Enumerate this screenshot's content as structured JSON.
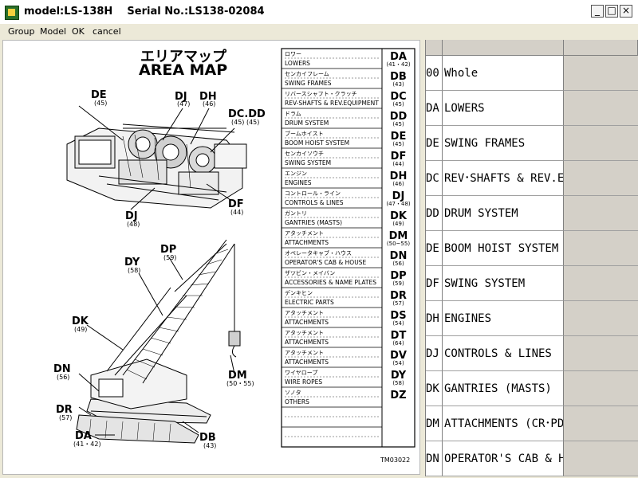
{
  "window": {
    "title": "model:LS-138H    Serial No.:LS138-02084",
    "min_glyph": "_",
    "max_glyph": "□",
    "close_glyph": "×"
  },
  "menu": [
    "Group",
    "Model",
    "OK",
    "cancel"
  ],
  "drawing": {
    "title_jp": "エリアマップ",
    "title_en": "AREA MAP",
    "code_note": "TM03022",
    "upper_labels": [
      {
        "code": "DE",
        "num": "(45)"
      },
      {
        "code": "DJ",
        "num": "(47)"
      },
      {
        "code": "DH",
        "num": "(46)"
      },
      {
        "code": "DC.DD",
        "num": "(45) (45)"
      },
      {
        "code": "DF",
        "num": "(44)"
      },
      {
        "code": "DJ",
        "num": "(48)"
      }
    ],
    "crane_labels": [
      {
        "code": "DP",
        "num": "(59)"
      },
      {
        "code": "DY",
        "num": "(58)"
      },
      {
        "code": "DK",
        "num": "(49)"
      },
      {
        "code": "DN",
        "num": "(56)"
      },
      {
        "code": "DR",
        "num": "(57)"
      },
      {
        "code": "DA",
        "num": "(41・42)"
      },
      {
        "code": "DB",
        "num": "(43)"
      },
      {
        "code": "DM",
        "num": "(50・55)"
      }
    ],
    "table": [
      {
        "jp": "ロワー",
        "en": "LOWERS",
        "code": "DA",
        "page": "(41・42)"
      },
      {
        "jp": "センカイフレーム",
        "en": "SWING FRAMES",
        "code": "DB",
        "page": "(43)"
      },
      {
        "jp": "リバースシャフト・クラッチ",
        "en": "REV-SHAFTS & REV.EQUIPMENT",
        "code": "DC",
        "page": "(45)"
      },
      {
        "jp": "ドラム",
        "en": "DRUM SYSTEM",
        "code": "DD",
        "page": "(45)"
      },
      {
        "jp": "ブームホイスト",
        "en": "BOOM HOIST SYSTEM",
        "code": "DE",
        "page": "(45)"
      },
      {
        "jp": "センカイソウチ",
        "en": "SWING SYSTEM",
        "code": "DF",
        "page": "(44)"
      },
      {
        "jp": "エンジン",
        "en": "ENGINES",
        "code": "DH",
        "page": "(46)"
      },
      {
        "jp": "コントロール・ライン",
        "en": "CONTROLS & LINES",
        "code": "DJ",
        "page": "(47・48)"
      },
      {
        "jp": "ガントリ",
        "en": "GANTRIES (MASTS)",
        "code": "DK",
        "page": "(49)"
      },
      {
        "jp": "アタッチメント",
        "en": "ATTACHMENTS",
        "code": "DM",
        "page": "(50~55)"
      },
      {
        "jp": "オペレータキャブ・ハウス",
        "en": "OPERATOR'S CAB & HOUSE",
        "code": "DN",
        "page": "(56)"
      },
      {
        "jp": "ザツビン・メイバン",
        "en": "ACCESSORIES & NAME PLATES",
        "code": "DP",
        "page": "(59)"
      },
      {
        "jp": "デンキヒン",
        "en": "ELECTRIC PARTS",
        "code": "DR",
        "page": "(57)"
      },
      {
        "jp": "アタッチメント",
        "en": "ATTACHMENTS",
        "code": "DS",
        "page": "(54)"
      },
      {
        "jp": "アタッチメント",
        "en": "ATTACHMENTS",
        "code": "DT",
        "page": "(64)"
      },
      {
        "jp": "アタッチメント",
        "en": "ATTACHMENTS",
        "code": "DV",
        "page": "(54)"
      },
      {
        "jp": "ワイヤロープ",
        "en": "WIRE ROPES",
        "code": "DY",
        "page": "(58)"
      },
      {
        "jp": "ソノタ",
        "en": "OTHERS",
        "code": "DZ",
        "page": ""
      }
    ]
  },
  "grid_rows": [
    {
      "code": "00",
      "name": "Whole"
    },
    {
      "code": "DA",
      "name": "LOWERS"
    },
    {
      "code": "DE",
      "name": "SWING FRAMES"
    },
    {
      "code": "DC",
      "name": "REV･SHAFTS & REV.EQ"
    },
    {
      "code": "DD",
      "name": "DRUM SYSTEM"
    },
    {
      "code": "DE",
      "name": "BOOM HOIST SYSTEM"
    },
    {
      "code": "DF",
      "name": "SWING SYSTEM"
    },
    {
      "code": "DH",
      "name": "ENGINES"
    },
    {
      "code": "DJ",
      "name": "CONTROLS & LINES"
    },
    {
      "code": "DK",
      "name": "GANTRIES (MASTS)"
    },
    {
      "code": "DM",
      "name": "ATTACHMENTS (CR･PD"
    },
    {
      "code": "DN",
      "name": "OPERATOR'S CAB & HO"
    }
  ]
}
